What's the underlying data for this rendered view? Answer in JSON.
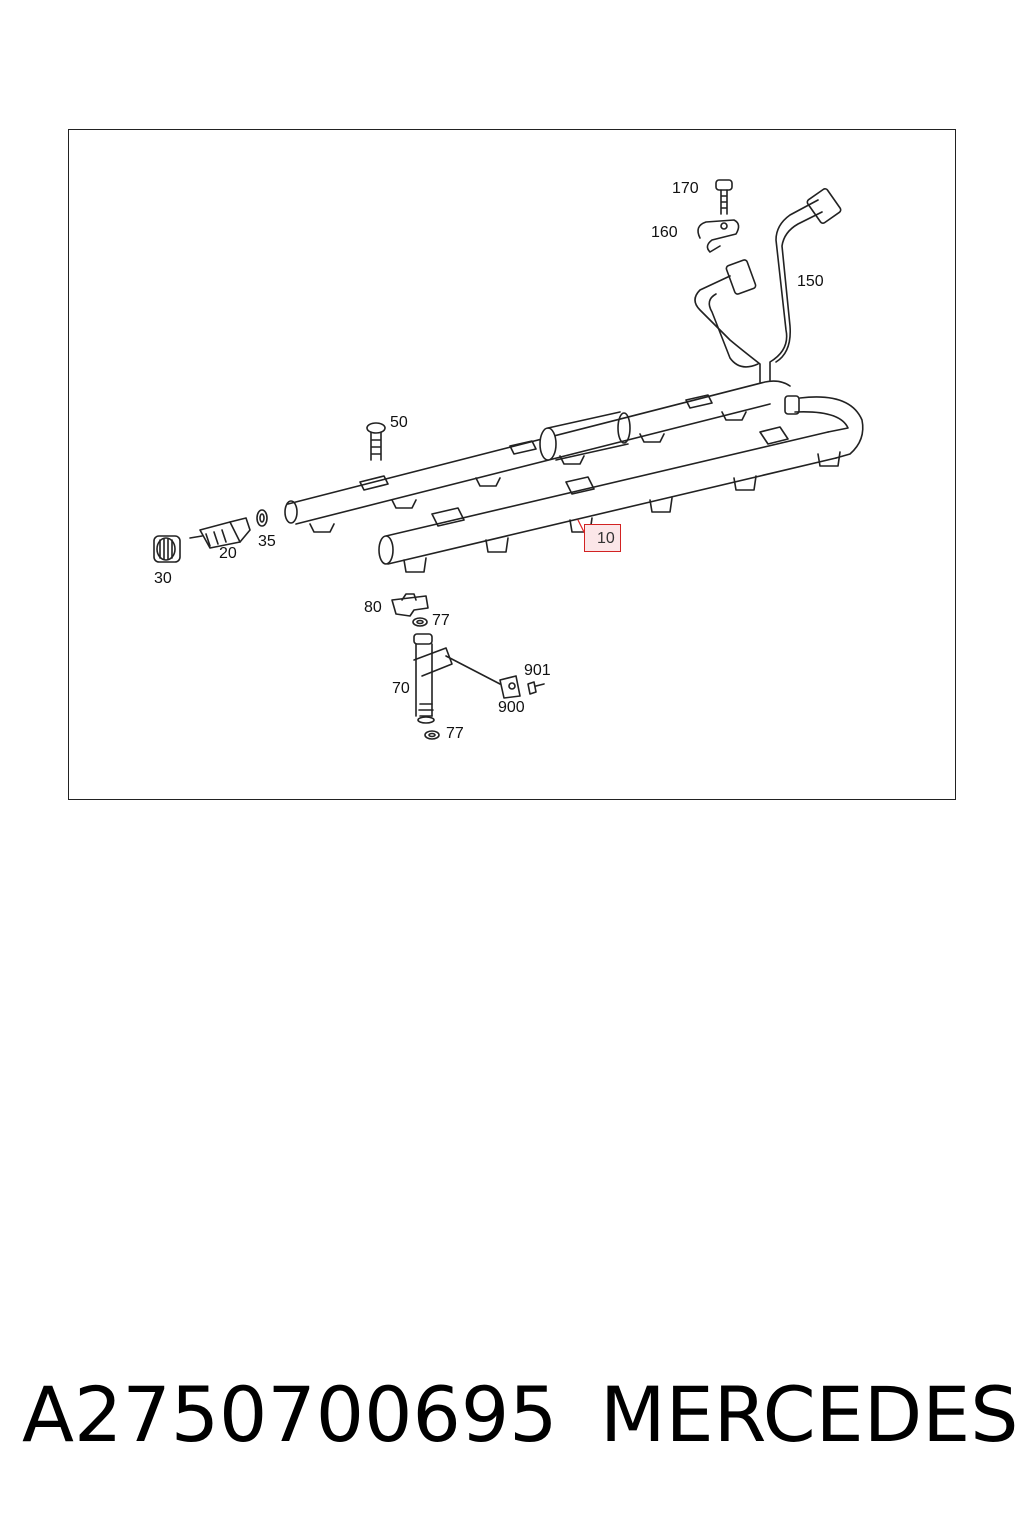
{
  "diagram": {
    "callouts": {
      "c170": "170",
      "c160": "160",
      "c150": "150",
      "c50": "50",
      "c35": "35",
      "c20": "20",
      "c30": "30",
      "c10": "10",
      "c80": "80",
      "c77a": "77",
      "c70": "70",
      "c901": "901",
      "c900": "900",
      "c77b": "77"
    },
    "highlight_color": "#d22222"
  },
  "footer": {
    "part_number": "A2750700695",
    "brand": "MERCEDES"
  }
}
